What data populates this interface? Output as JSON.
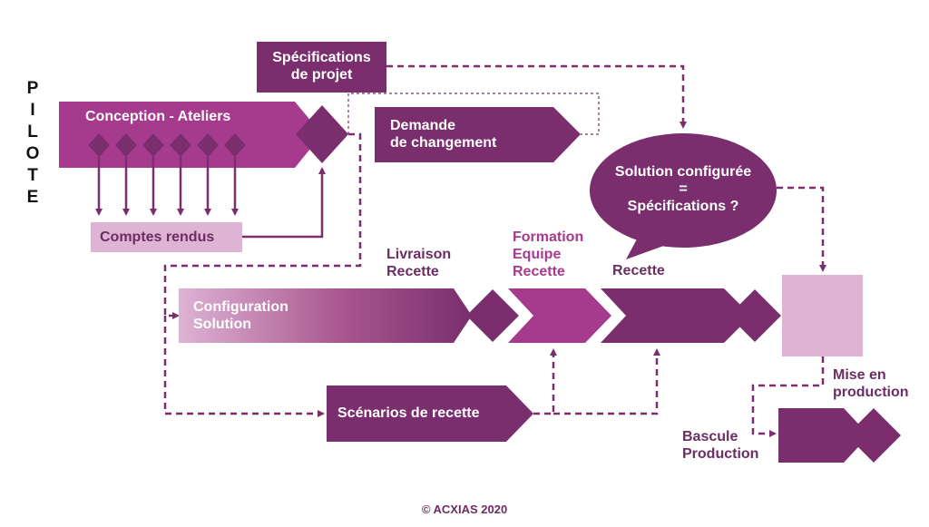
{
  "sidebar": {
    "label": "PILOTE"
  },
  "nodes": {
    "conception": "Conception - Ateliers",
    "comptes_rendus": "Comptes rendus",
    "specifications": [
      "Spécifications",
      "de projet"
    ],
    "demande": [
      "Demande",
      "de changement"
    ],
    "solution_question": [
      "Solution configurée",
      "=",
      "Spécifications ?"
    ],
    "configuration": [
      "Configuration",
      "Solution"
    ],
    "livraison": [
      "Livraison",
      "Recette"
    ],
    "formation": [
      "Formation",
      "Equipe",
      "Recette"
    ],
    "recette": "Recette",
    "mise_en_production": [
      "Mise en",
      "production"
    ],
    "scenarios": "Scénarios de recette",
    "bascule": [
      "Bascule",
      "Production"
    ]
  },
  "footer": {
    "copyright": "© ACXIAS 2020"
  },
  "colors": {
    "dark_purple": "#7a2e6e",
    "magenta": "#a63b8d",
    "light_pink": "#deb3d4",
    "text_dark": "#6b2e63"
  }
}
